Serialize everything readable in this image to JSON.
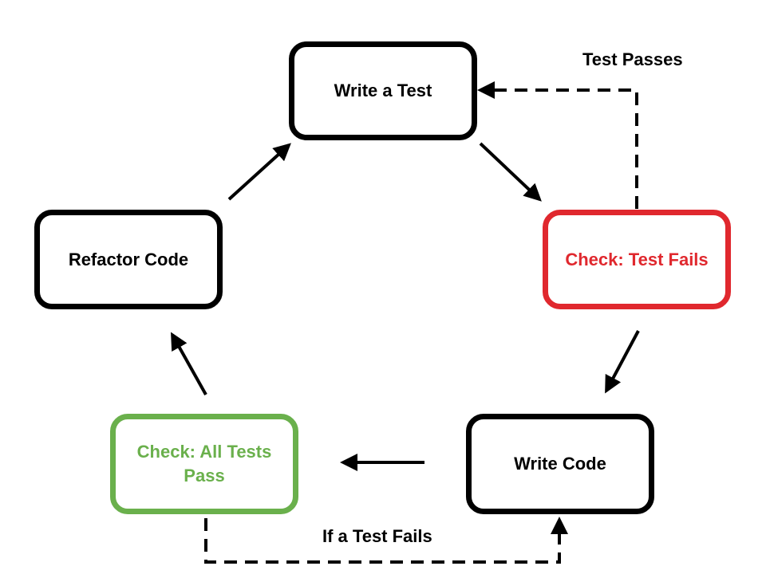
{
  "diagram": {
    "nodes": {
      "write_test": {
        "label": "Write a Test"
      },
      "check_fails": {
        "label": "Check: Test Fails",
        "color": "#e0282e"
      },
      "write_code": {
        "label": "Write Code"
      },
      "check_pass": {
        "label": "Check: All Tests Pass",
        "color": "#6ab04c"
      },
      "refactor": {
        "label": "Refactor Code"
      }
    },
    "edge_labels": {
      "test_passes": "Test Passes",
      "if_test_fails": "If a Test Fails"
    },
    "colors": {
      "default_border": "#000000",
      "fail": "#e0282e",
      "pass": "#6ab04c"
    }
  }
}
